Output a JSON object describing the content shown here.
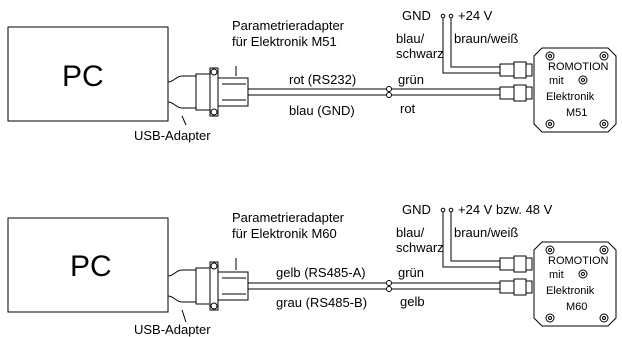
{
  "diagrams": [
    {
      "pc_label": "PC",
      "adapter_label": [
        "Parametrieradapter",
        "für Elektronik M51"
      ],
      "usb_label": "USB-Adapter",
      "wire_top_left": "rot (RS232)",
      "wire_bottom_left": "blau (GND)",
      "wire_top_right": "grün",
      "wire_bottom_right": "rot",
      "gnd_label": "GND",
      "supply_label": "+24 V",
      "gnd_wire_label": [
        "blau/",
        "schwarz"
      ],
      "supply_wire_label": "braun/weiß",
      "motor_label": [
        "ROMOTION",
        "mit",
        "Elektronik",
        "M51"
      ]
    },
    {
      "pc_label": "PC",
      "adapter_label": [
        "Parametrieradapter",
        "für Elektronik M60"
      ],
      "usb_label": "USB-Adapter",
      "wire_top_left": "gelb (RS485-A)",
      "wire_bottom_left": "grau (RS485-B)",
      "wire_top_right": "grün",
      "wire_bottom_right": "gelb",
      "gnd_label": "GND",
      "supply_label": "+24 V bzw. 48 V",
      "gnd_wire_label": [
        "blau/",
        "schwarz"
      ],
      "supply_wire_label": "braun/weiß",
      "motor_label": [
        "ROMOTION",
        "mit",
        "Elektronik",
        "M60"
      ]
    }
  ]
}
